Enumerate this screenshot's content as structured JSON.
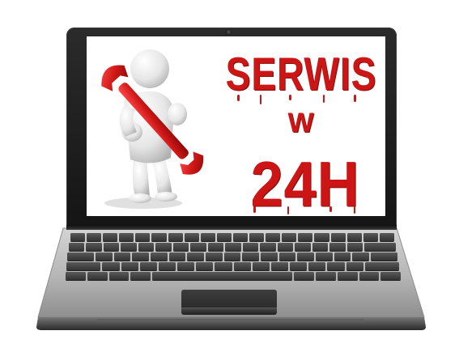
{
  "screen": {
    "line1": "SERWIS",
    "line2": "W",
    "line3": "24H",
    "text_color": "#cc1515"
  },
  "illustration": {
    "figure": "3d-white-person-icon",
    "tool": "wrench-icon",
    "tool_color": "#d01818"
  },
  "device": {
    "type": "laptop",
    "bezel_color": "#1c1c1c",
    "body_color": "#b8b8b8"
  }
}
